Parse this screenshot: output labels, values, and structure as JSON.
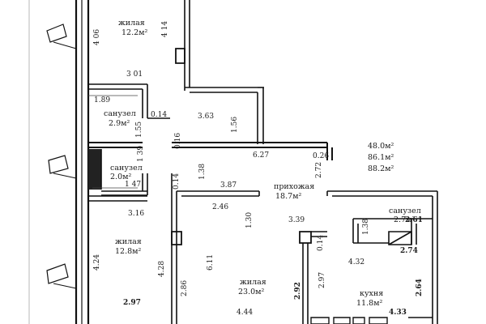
{
  "rooms": {
    "living_top": {
      "name": "жилая",
      "area": "12.2м²"
    },
    "bath_1": {
      "name": "санузел",
      "area": "2.9м²"
    },
    "bath_2": {
      "name": "санузел",
      "area": "2.0м²"
    },
    "hall": {
      "name": "прихожая",
      "area": "18.7м²"
    },
    "bath_3": {
      "name": "санузел",
      "area": "2.7м²"
    },
    "living_left": {
      "name": "жилая",
      "area": "12.8м²"
    },
    "living_center": {
      "name": "жилая",
      "area": "23.0м²"
    },
    "kitchen": {
      "name": "кухня",
      "area": "11.8м²"
    }
  },
  "totals": [
    "48.0м²",
    "86.1м²",
    "88.2м²"
  ],
  "dims": {
    "d406": "4 06",
    "d414": "4 14",
    "d301": "3 01",
    "d189": "1.89",
    "d014a": "0.14",
    "d155": "1.55",
    "d363": "3.63",
    "d156": "1.56",
    "d016": "0.16",
    "d627": "6.27",
    "d026": "0.26",
    "d139": "1 39",
    "d147": "1 47",
    "d138a": "1.38",
    "d014b": "0.14",
    "d387": "3.87",
    "d272": "2.72",
    "d316": "3.16",
    "d246": "2.46",
    "d130": "1.30",
    "d339": "3.39",
    "d261": "2.61",
    "d138b": "1.38",
    "d014c": "0.14",
    "d274": "2.74",
    "d424": "4.24",
    "d428": "4.28",
    "d611": "6.11",
    "d432": "4.32",
    "d297a": "2.97",
    "d286": "2.86",
    "d292": "2.92",
    "d297b": "2.97",
    "d264": "2.64",
    "d444": "4.44",
    "d433": "4.33"
  }
}
